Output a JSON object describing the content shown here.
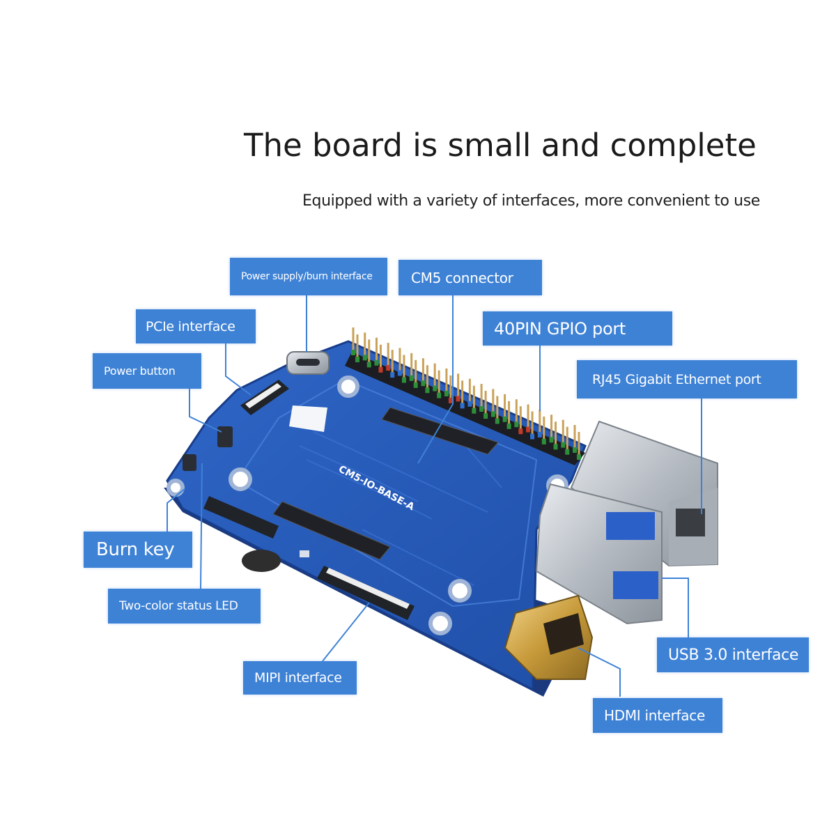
{
  "header": {
    "title": "The board is small and complete",
    "subtitle": "Equipped with a variety of interfaces, more convenient to use"
  },
  "board": {
    "silkscreen": "CM5-IO-BASE-A",
    "pcb_color": "#2458b8",
    "edge_color": "#1d3f86",
    "label_color": "#3e82d6"
  },
  "callouts": {
    "power_supply": "Power supply/burn interface",
    "cm5_connector": "CM5 connector",
    "pcie": "PCIe interface",
    "gpio": "40PIN GPIO port",
    "power_button": "Power button",
    "rj45": "RJ45 Gigabit Ethernet port",
    "burn_key": "Burn key",
    "status_led": "Two-color status LED",
    "usb3": "USB 3.0 interface",
    "mipi": "MIPI interface",
    "hdmi": "HDMI interface"
  }
}
